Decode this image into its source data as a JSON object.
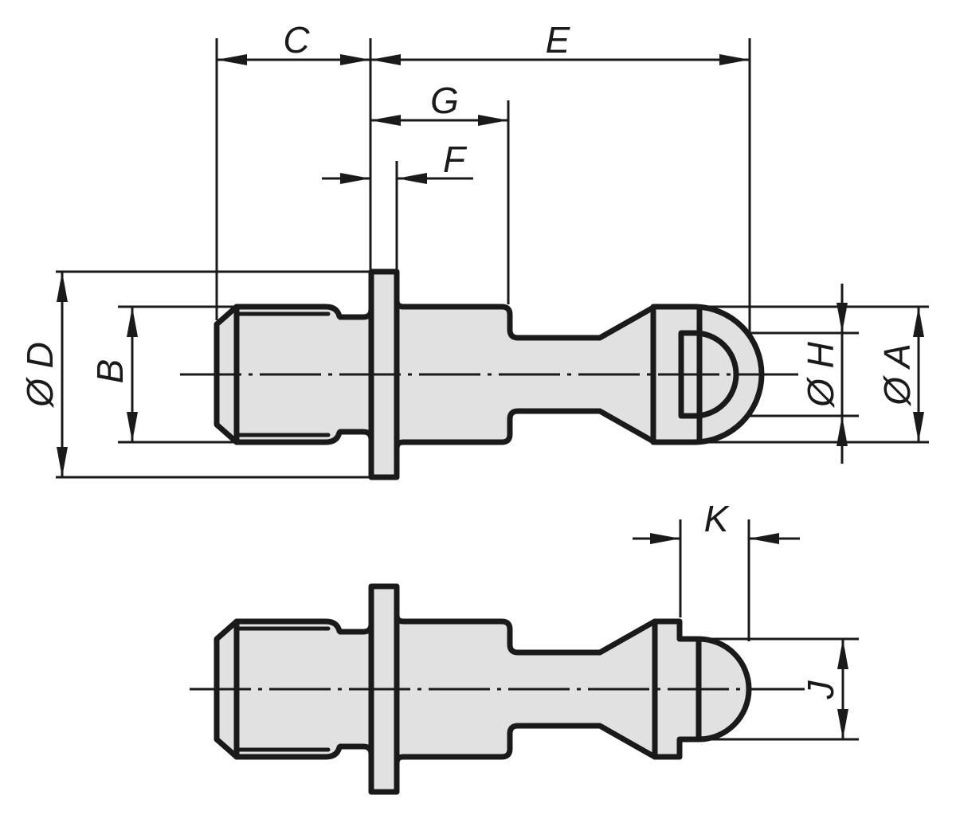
{
  "drawing": {
    "type": "technical-drawing-pull-stud",
    "views": [
      "side-section-view",
      "side-view-rotated"
    ]
  },
  "labels": {
    "c": "C",
    "e": "E",
    "g": "G",
    "f": "F",
    "b": "B",
    "k": "K",
    "j": "J",
    "dia_d": "Ø D",
    "dia_h": "Ø H",
    "dia_a": "Ø A"
  },
  "colors": {
    "line": "#1a1a1a",
    "dimension_line": "#1a1a1a",
    "part_fill": "#e1e1e1",
    "background": "#ffffff"
  }
}
